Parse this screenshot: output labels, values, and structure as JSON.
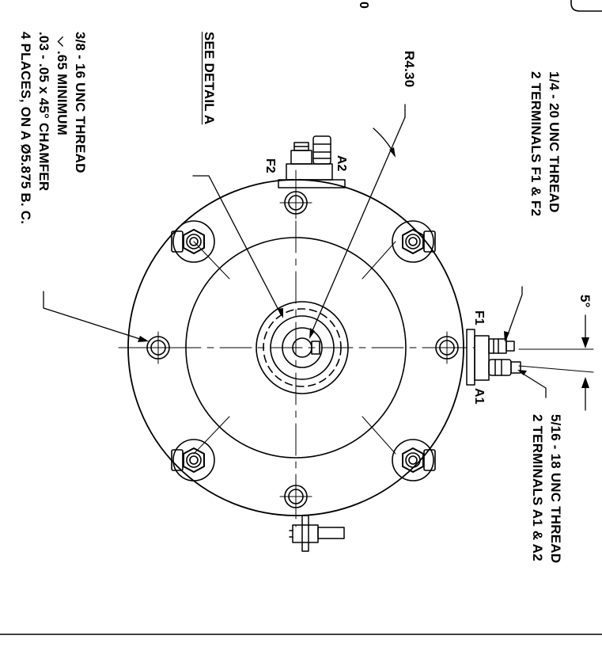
{
  "notes": {
    "thread_38": [
      "3/8 - 16 UNC THREAD",
      "⌵ .65 MINIMUM",
      ".03 - .05 x 45° CHAMFER",
      "4 PLACES, ON A Ø5.875 B. C."
    ],
    "see_detail": "SEE DETAIL A",
    "radius": "R4.30",
    "thread_14": [
      "1/4 - 20 UNC THREAD",
      "2 TERMINALS F1 & F2"
    ],
    "angle": "5°",
    "thread_516": [
      "5/16 - 18 UNC THREAD",
      "2 TERMINALS A1 & A2"
    ]
  },
  "terminals": {
    "a2": "A2",
    "f2": "F2",
    "f1": "F1",
    "a1": "A1"
  },
  "edge_glyph": "0",
  "colors": {
    "ink": "#000000",
    "paper": "#ffffff"
  }
}
